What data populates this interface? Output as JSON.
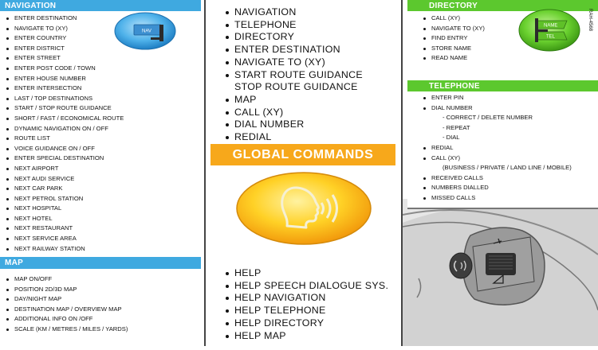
{
  "navigation": {
    "title": "NAVIGATION",
    "button_label": "NAV",
    "items": [
      "ENTER DESTINATION",
      "NAVIGATE TO (XY)",
      "ENTER COUNTRY",
      "ENTER DISTRICT",
      "ENTER STREET",
      "ENTER  POST CODE / TOWN",
      "ENTER HOUSE NUMBER",
      "ENTER INTERSECTION",
      "LAST / TOP DESTINATIONS",
      "START / STOP ROUTE GUIDANCE",
      "SHORT / FAST / ECONOMICAL ROUTE",
      "DYNAMIC NAVIGATION ON / OFF",
      "ROUTE LIST",
      "VOICE GUIDANCE ON / OFF",
      "ENTER SPECIAL DESTINATION",
      "NEXT AIRPORT",
      "NEXT AUDI SERVICE",
      "NEXT CAR PARK",
      "NEXT PETROL STATION",
      "NEXT HOSPITAL",
      "NEXT HOTEL",
      "NEXT RESTAURANT",
      "NEXT SERVICE AREA",
      "NEXT RAILWAY STATION"
    ]
  },
  "map": {
    "title": "MAP",
    "items": [
      "MAP ON/OFF",
      "POSITION 2D/3D MAP",
      "DAY/NIGHT MAP",
      "DESTINATION MAP / OVERVIEW MAP",
      "ADDITIONAL INFO ON /OFF",
      "SCALE (KM / METRES / MILES / YARDS)"
    ]
  },
  "global": {
    "top_items": [
      "NAVIGATION",
      "TELEPHONE",
      "DIRECTORY",
      "ENTER DESTINATION",
      "NAVIGATE TO (XY)",
      "START ROUTE GUIDANCE",
      "STOP ROUTE GUIDANCE",
      "MAP",
      "CALL (XY)",
      "DIAL NUMBER",
      "REDIAL"
    ],
    "title": "GLOBAL COMMANDS",
    "help_items": [
      "HELP",
      "HELP SPEECH DIALOGUE SYS.",
      "HELP NAVIGATION",
      "HELP TELEPHONE",
      "HELP DIRECTORY",
      "HELP MAP"
    ]
  },
  "directory": {
    "title": "DIRECTORY",
    "button_label_top": "NAME",
    "button_label_bottom": "TEL",
    "items": [
      "CALL (XY)",
      "NAVIGATE TO (XY)",
      "FIND ENTRY",
      "STORE NAME",
      "READ NAME"
    ]
  },
  "telephone": {
    "title": "TELEPHONE",
    "items": [
      {
        "text": "ENTER PIN",
        "kind": "bullet"
      },
      {
        "text": "DIAL NUMBER",
        "kind": "bullet"
      },
      {
        "text": "- CORRECT / DELETE NUMBER",
        "kind": "sub"
      },
      {
        "text": "- REPEAT",
        "kind": "sub"
      },
      {
        "text": "- DIAL",
        "kind": "sub"
      },
      {
        "text": "REDIAL",
        "kind": "bullet"
      },
      {
        "text": "CALL (XY)",
        "kind": "bullet"
      },
      {
        "text": "(BUSINESS / PRIVATE / LAND LINE / MOBILE)",
        "kind": "sub"
      },
      {
        "text": "RECEIVED CALLS",
        "kind": "bullet"
      },
      {
        "text": "NUMBERS DIALLED",
        "kind": "bullet"
      },
      {
        "text": "MISSED CALLS",
        "kind": "bullet"
      }
    ]
  },
  "figure_id": "RAH-4568",
  "colors": {
    "blue_header": "#3fa9e0",
    "green_header": "#5cc82e",
    "orange_header": "#f7a81b"
  }
}
